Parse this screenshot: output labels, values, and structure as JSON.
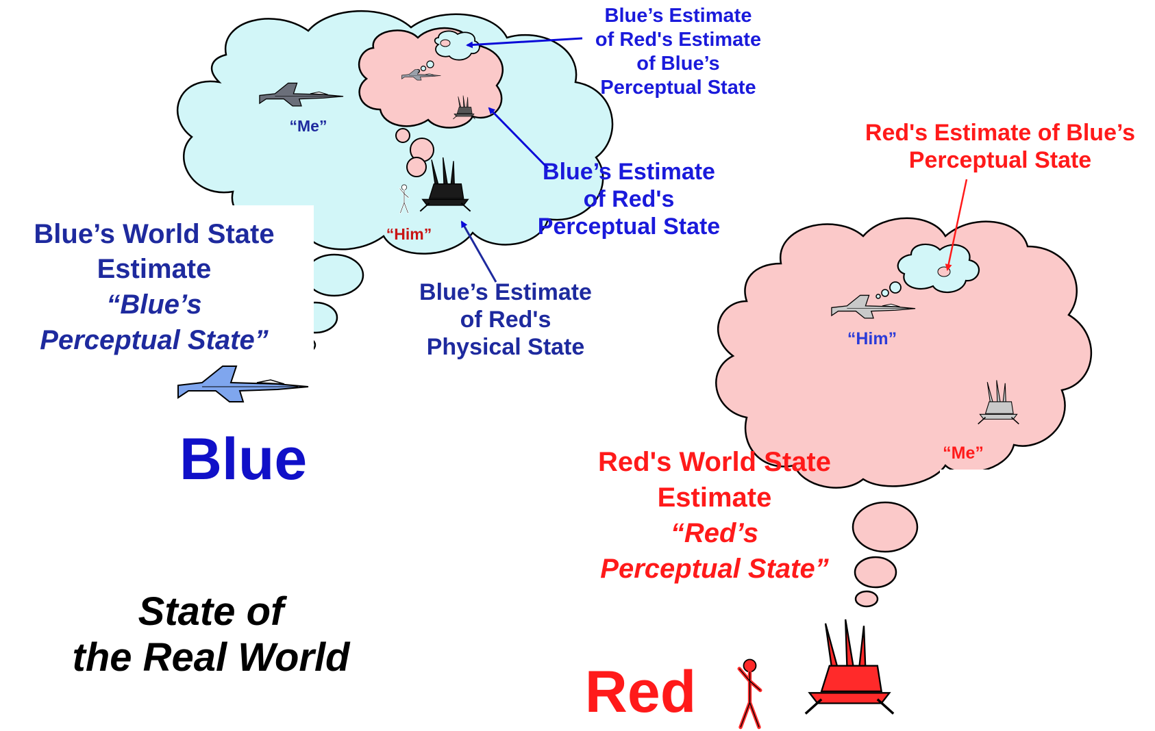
{
  "blue_cloud": {
    "me_label": "“Me”",
    "him_label": "“Him”",
    "world_state_lines": [
      "Blue’s World State",
      "Estimate",
      "“Blue’s",
      "Perceptual State”"
    ],
    "blue_title": "Blue"
  },
  "annotations": {
    "blue_est_red_est_lines": [
      "Blue’s Estimate",
      "of Red's Estimate",
      "of Blue’s",
      "Perceptual State"
    ],
    "blue_est_red_percept_lines": [
      "Blue’s Estimate",
      "of Red's",
      "Perceptual State"
    ],
    "blue_est_red_physical_lines": [
      "Blue’s  Estimate",
      "of Red's",
      "Physical State"
    ],
    "red_est_blue_percept_lines": [
      "Red's Estimate of Blue’s",
      "Perceptual State"
    ]
  },
  "red_cloud": {
    "him_label": "“Him”",
    "me_label": "“Me”",
    "world_state_lines": [
      "Red's World State",
      "Estimate",
      "“Red’s",
      "Perceptual State”"
    ],
    "red_title": "Red"
  },
  "real_world_lines": [
    "State of",
    "the Real World"
  ],
  "colors": {
    "blue_text": "#1a1adb",
    "dark_blue_text": "#1e2a9e",
    "red_text": "#ff1a1a",
    "cloud_blue": "#d2f6f8",
    "cloud_red": "#fbc9c9"
  },
  "icons": [
    "jet-icon",
    "missile-launcher-icon",
    "stick-figure-icon"
  ]
}
